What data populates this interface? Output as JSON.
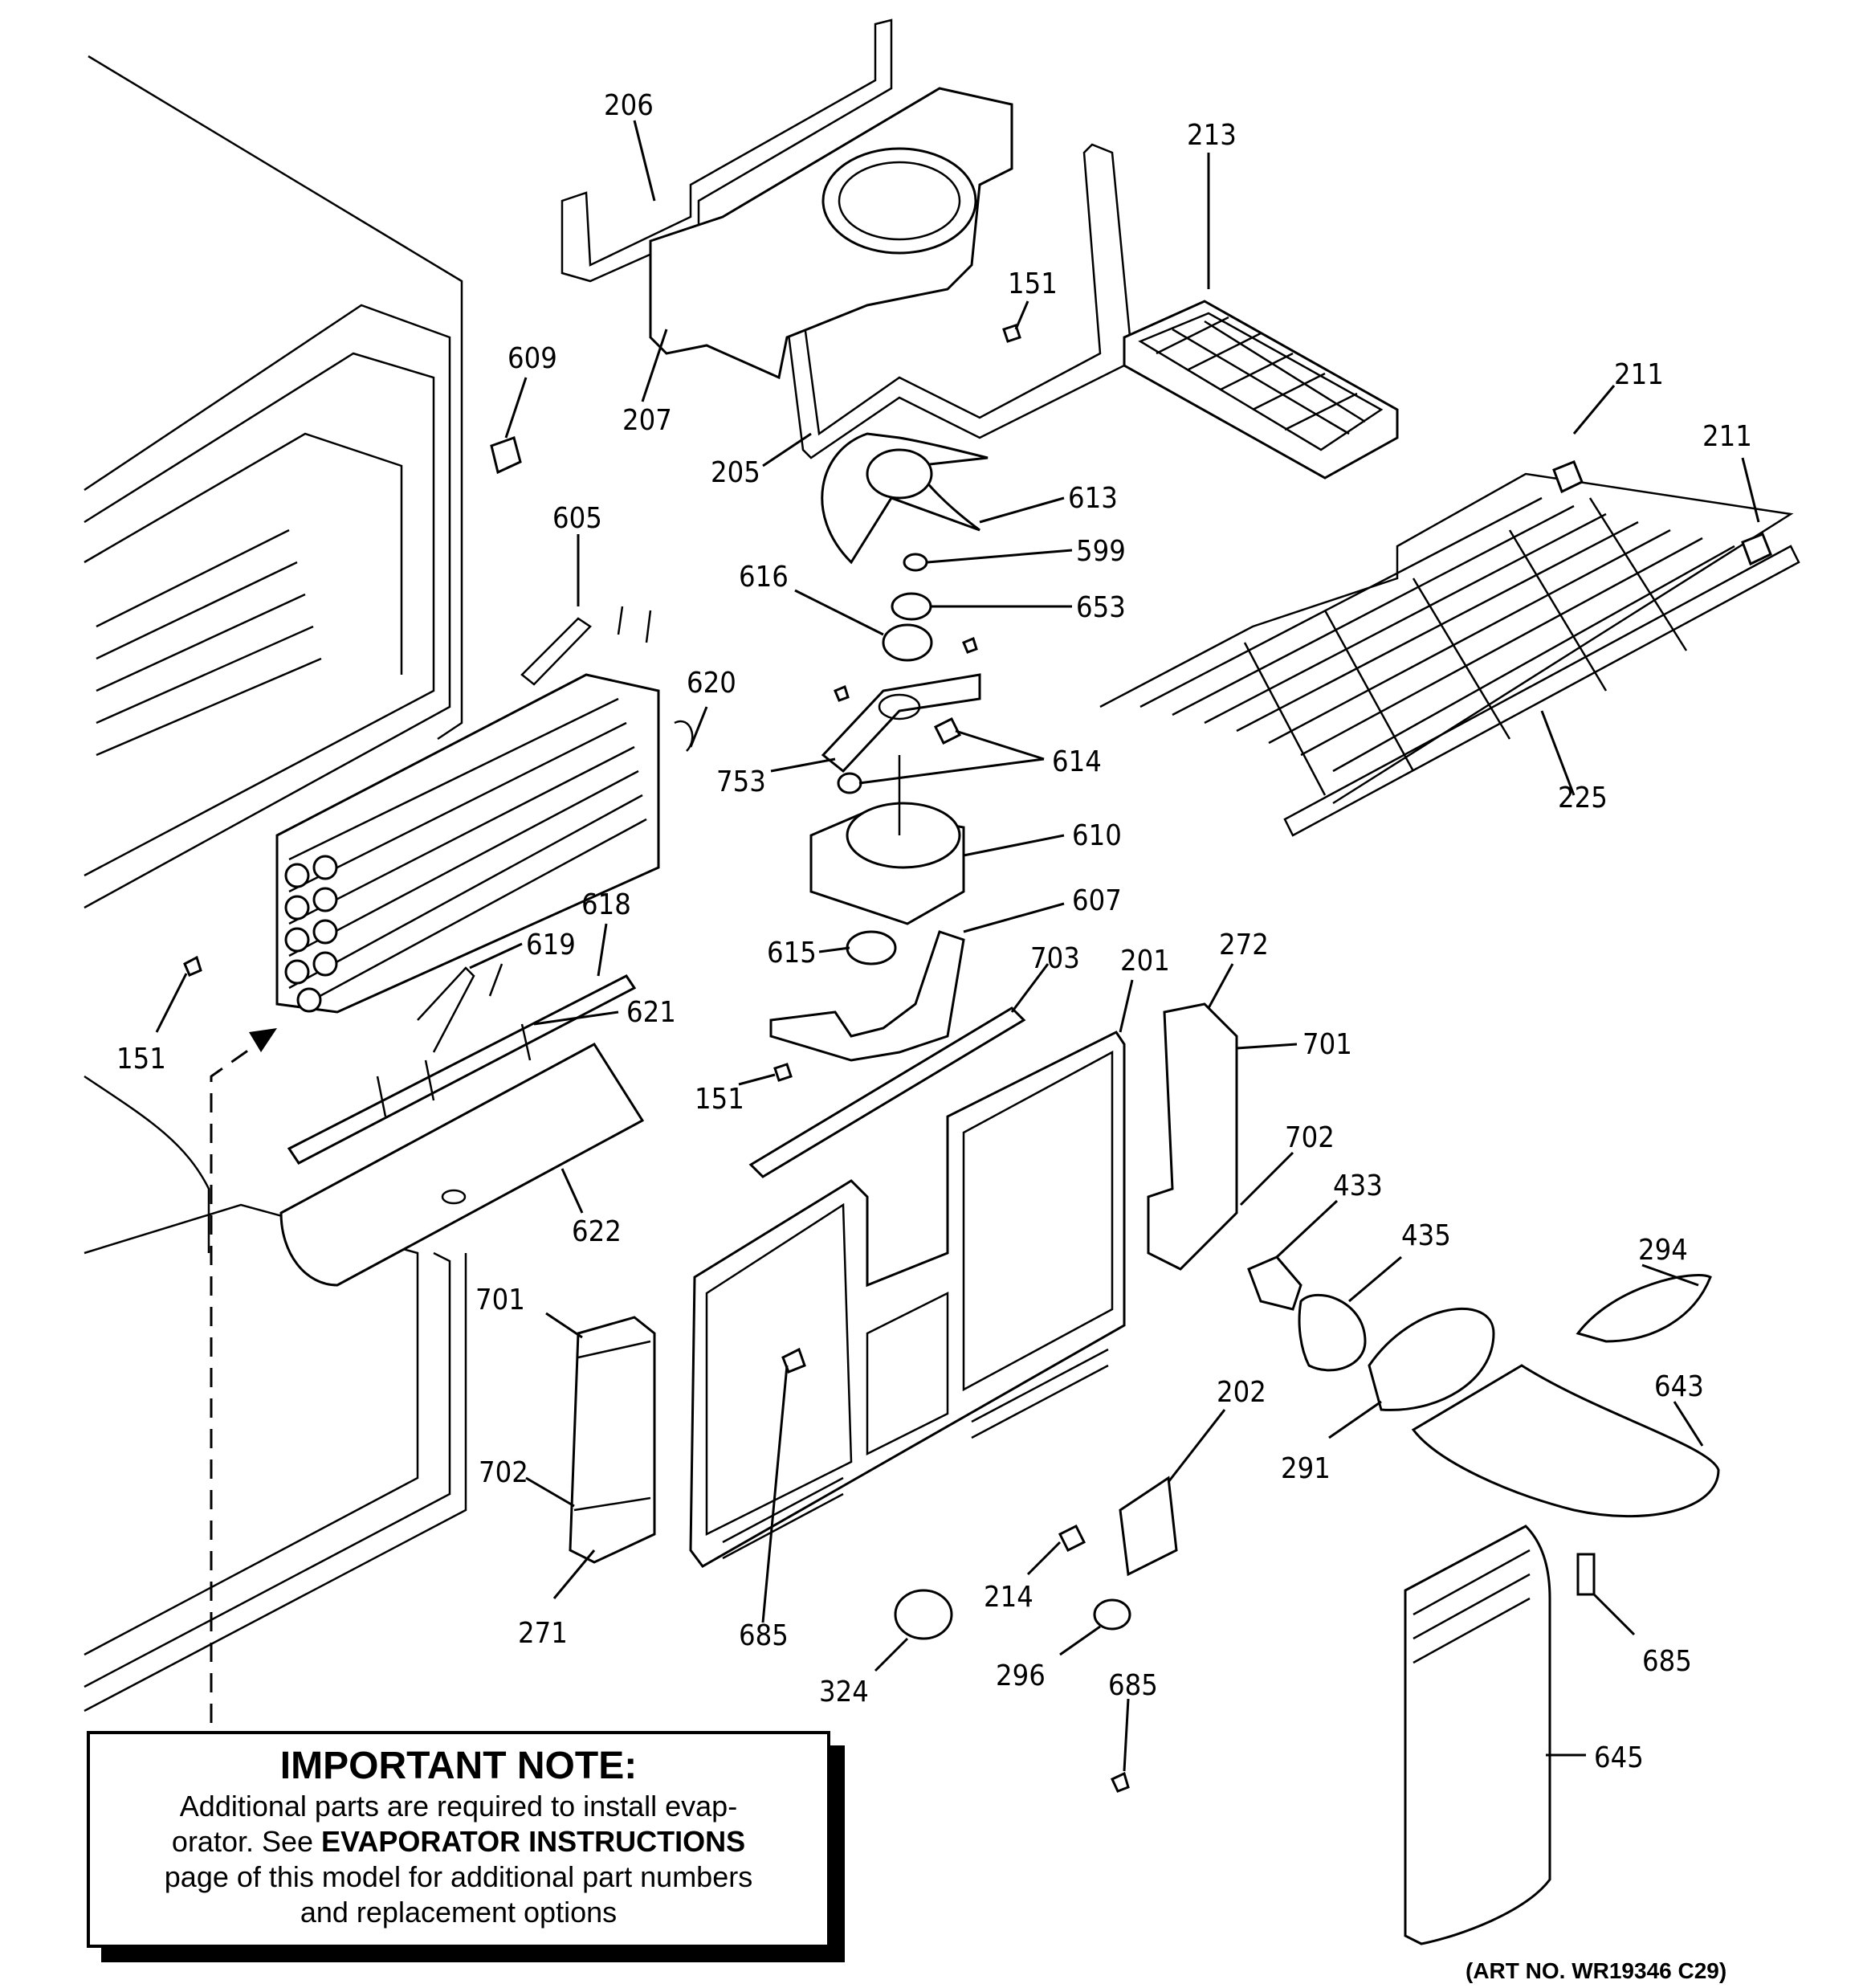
{
  "callouts": [
    {
      "id": "c-206",
      "text": "206"
    },
    {
      "id": "c-207",
      "text": "207"
    },
    {
      "id": "c-205",
      "text": "205"
    },
    {
      "id": "c-151a",
      "text": "151"
    },
    {
      "id": "c-213",
      "text": "213"
    },
    {
      "id": "c-211a",
      "text": "211"
    },
    {
      "id": "c-211b",
      "text": "211"
    },
    {
      "id": "c-609",
      "text": "609"
    },
    {
      "id": "c-605",
      "text": "605"
    },
    {
      "id": "c-613",
      "text": "613"
    },
    {
      "id": "c-599",
      "text": "599"
    },
    {
      "id": "c-616",
      "text": "616"
    },
    {
      "id": "c-653",
      "text": "653"
    },
    {
      "id": "c-620",
      "text": "620"
    },
    {
      "id": "c-614",
      "text": "614"
    },
    {
      "id": "c-753",
      "text": "753"
    },
    {
      "id": "c-225",
      "text": "225"
    },
    {
      "id": "c-610",
      "text": "610"
    },
    {
      "id": "c-618",
      "text": "618"
    },
    {
      "id": "c-619",
      "text": "619"
    },
    {
      "id": "c-607",
      "text": "607"
    },
    {
      "id": "c-615",
      "text": "615"
    },
    {
      "id": "c-703",
      "text": "703"
    },
    {
      "id": "c-201",
      "text": "201"
    },
    {
      "id": "c-272",
      "text": "272"
    },
    {
      "id": "c-701a",
      "text": "701"
    },
    {
      "id": "c-151b",
      "text": "151"
    },
    {
      "id": "c-621",
      "text": "621"
    },
    {
      "id": "c-151c",
      "text": "151"
    },
    {
      "id": "c-702a",
      "text": "702"
    },
    {
      "id": "c-433",
      "text": "433"
    },
    {
      "id": "c-435",
      "text": "435"
    },
    {
      "id": "c-622",
      "text": "622"
    },
    {
      "id": "c-294",
      "text": "294"
    },
    {
      "id": "c-701b",
      "text": "701"
    },
    {
      "id": "c-202",
      "text": "202"
    },
    {
      "id": "c-643",
      "text": "643"
    },
    {
      "id": "c-291",
      "text": "291"
    },
    {
      "id": "c-702b",
      "text": "702"
    },
    {
      "id": "c-214",
      "text": "214"
    },
    {
      "id": "c-271",
      "text": "271"
    },
    {
      "id": "c-685a",
      "text": "685"
    },
    {
      "id": "c-324",
      "text": "324"
    },
    {
      "id": "c-296",
      "text": "296"
    },
    {
      "id": "c-685b",
      "text": "685"
    },
    {
      "id": "c-685c",
      "text": "685"
    },
    {
      "id": "c-645",
      "text": "645"
    }
  ],
  "note": {
    "title": "IMPORTANT NOTE:",
    "line1": "Additional parts are required to install evap-",
    "line2_a": "orator.  See ",
    "line2_b": "EVAPORATOR INSTRUCTIONS",
    "line3": "page of this model for additional part numbers",
    "line4": "and replacement options"
  },
  "art_number": "(ART NO. WR19346 C29)"
}
